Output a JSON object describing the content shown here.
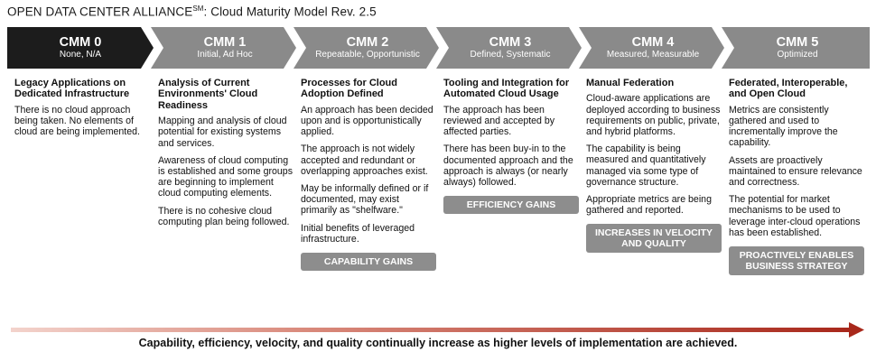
{
  "title_main": "OPEN DATA CENTER ALLIANCE",
  "title_sup": "SM",
  "title_rest": ": Cloud Maturity Model Rev. 2.5",
  "colors": {
    "first_chevron": "#1c1c1c",
    "chevron": "#8a8a8a",
    "badge": "#8d8d8d",
    "arrow": "#b03a2e"
  },
  "levels": [
    {
      "level": "CMM 0",
      "sub": "None, N/A",
      "heading": "Legacy Applications on Dedicated Infrastructure",
      "paras": [
        "There is no cloud approach being taken. No elements of cloud are being implemented."
      ],
      "badge": ""
    },
    {
      "level": "CMM 1",
      "sub": "Initial, Ad Hoc",
      "heading": "Analysis of Current Environments' Cloud Readiness",
      "paras": [
        "Mapping and analysis of cloud potential for existing systems and services.",
        "Awareness of cloud computing is established and some groups are beginning to implement cloud computing elements.",
        "There is no cohesive cloud computing plan being followed."
      ],
      "badge": ""
    },
    {
      "level": "CMM 2",
      "sub": "Repeatable, Opportunistic",
      "heading": "Processes for Cloud Adoption Defined",
      "paras": [
        "An approach has been decided upon and is opportunistically applied.",
        "The approach is not widely accepted and redundant or overlapping approaches exist.",
        "May be informally defined or if documented, may exist primarily as \"shelfware.\"",
        "Initial benefits of leveraged infrastructure."
      ],
      "badge": "CAPABILITY GAINS"
    },
    {
      "level": "CMM 3",
      "sub": "Defined, Systematic",
      "heading": "Tooling and Integration for Automated Cloud Usage",
      "paras": [
        "The approach has been reviewed and accepted by affected parties.",
        "There has been buy-in to the documented approach and the approach is always (or nearly always) followed."
      ],
      "badge": "EFFICIENCY GAINS"
    },
    {
      "level": "CMM 4",
      "sub": "Measured, Measurable",
      "heading": "Manual Federation",
      "paras": [
        "Cloud-aware applications are deployed according to business requirements on public, private, and hybrid platforms.",
        "The capability is being measured and quantitatively managed via some type of governance structure.",
        "Appropriate metrics are being gathered and reported."
      ],
      "badge": "INCREASES IN VELOCITY AND QUALITY"
    },
    {
      "level": "CMM 5",
      "sub": "Optimized",
      "heading": "Federated, Interoperable, and Open Cloud",
      "paras": [
        "Metrics are consistently gathered and used to incrementally improve the capability.",
        "Assets are proactively maintained to ensure relevance and correctness.",
        "The potential for market mechanisms to be used to leverage inter-cloud operations has been established."
      ],
      "badge": "PROACTIVELY ENABLES BUSINESS STRATEGY"
    }
  ],
  "caption": "Capability, efficiency, velocity, and quality continually increase as higher levels of implementation are achieved."
}
